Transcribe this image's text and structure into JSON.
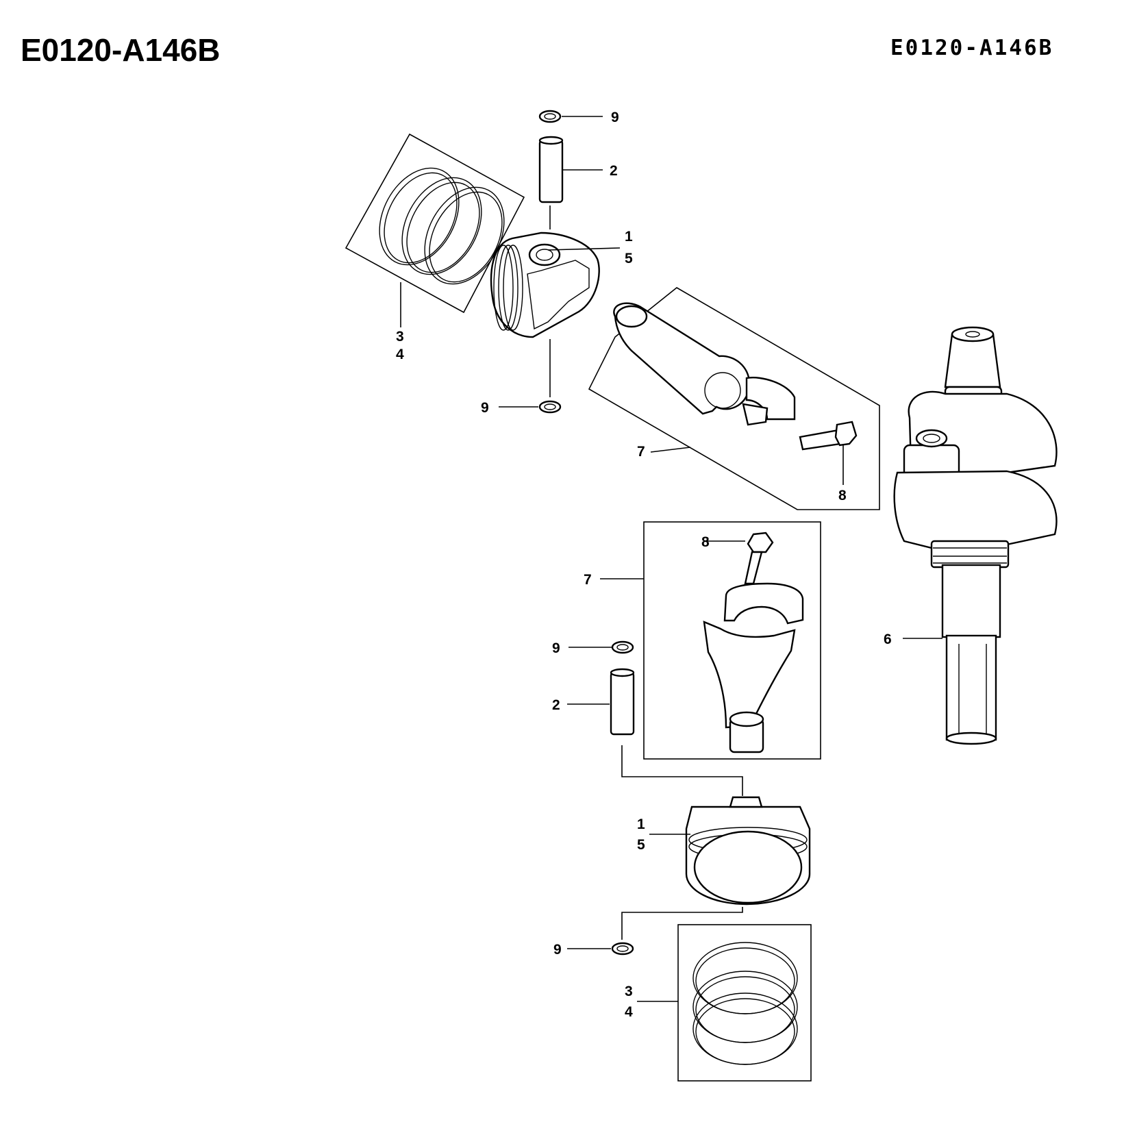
{
  "header": {
    "title": "E0120-A146B",
    "code": "E0120-A146B"
  },
  "callouts": {
    "piston_upper": [
      "1",
      "5"
    ],
    "piston_pin_upper": "2",
    "rings_upper": [
      "3",
      "4"
    ],
    "circlip_upper_top": "9",
    "circlip_upper_bottom": "9",
    "conrod_upper": "7",
    "bolt_upper": "8",
    "crankshaft": "6",
    "conrod_lower": "7",
    "bolt_lower": "8",
    "circlip_lower_top": "9",
    "piston_pin_lower": "2",
    "piston_lower": [
      "1",
      "5"
    ],
    "circlip_lower_bottom": "9",
    "rings_lower": [
      "3",
      "4"
    ]
  }
}
